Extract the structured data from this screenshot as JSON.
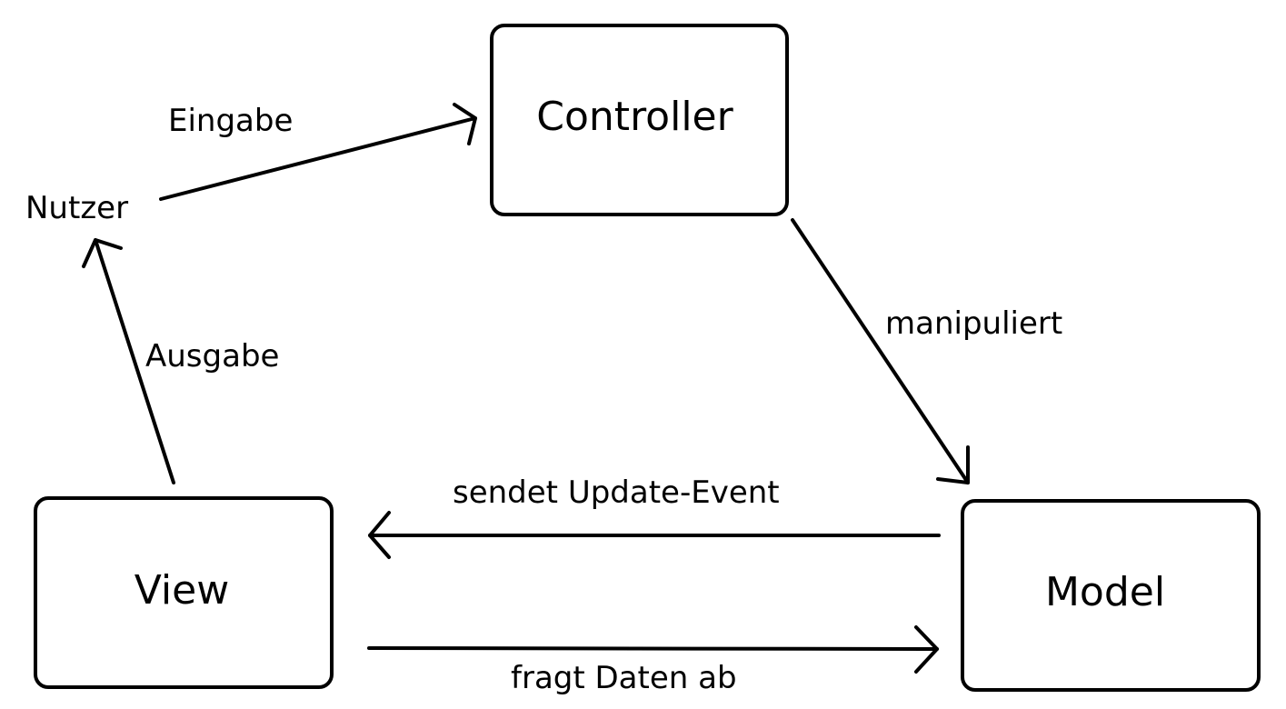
{
  "nodes": {
    "controller": "Controller",
    "view": "View",
    "model": "Model",
    "user": "Nutzer"
  },
  "edges": {
    "user_to_controller": "Eingabe",
    "view_to_user": "Ausgabe",
    "controller_to_model": "manipuliert",
    "model_to_view": "sendet Update-Event",
    "view_to_model": "fragt Daten ab"
  }
}
